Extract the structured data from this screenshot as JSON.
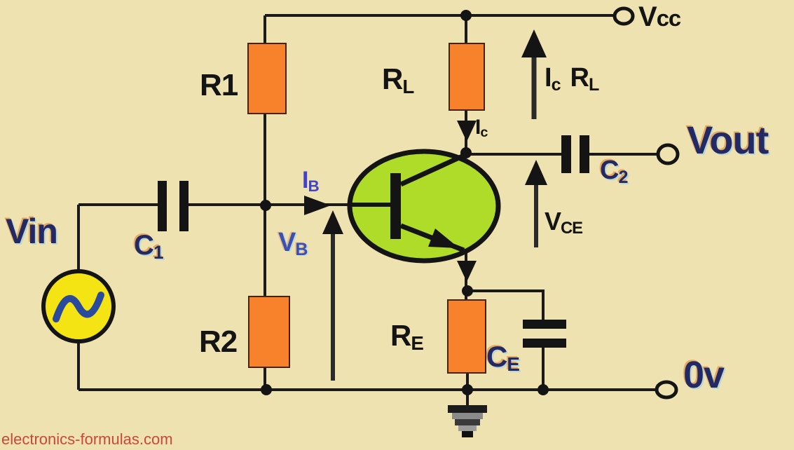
{
  "diagram": {
    "type": "circuit-diagram",
    "subject": "Common emitter transistor amplifier circuit",
    "colors": {
      "background": "#EDE2B0",
      "wire": "#1a1a1a",
      "resistor_fill": "#F8812C",
      "resistor_border": "#46230c",
      "transistor_fill": "#AEDC28",
      "source_fill": "#F5E414",
      "sine_stroke": "#2a4a9d",
      "label_black": "#141414",
      "label_navy": "#232a63",
      "label_blue": "#4343c8",
      "watermark_red": "#c8483e"
    }
  },
  "terminals": {
    "vcc": {
      "main": "V",
      "sub": "cc"
    },
    "vout": "Vout",
    "vin": "Vin",
    "zero_v": "0v"
  },
  "components": {
    "r1": "R1",
    "r2": "R2",
    "rl": {
      "main": "R",
      "sub": "L"
    },
    "re": {
      "main": "R",
      "sub": "E"
    },
    "c1": {
      "main": "C",
      "sub": "1"
    },
    "c2": {
      "main": "C",
      "sub": "2"
    },
    "ce": {
      "main": "C",
      "sub": "E"
    }
  },
  "annotations": {
    "ib": {
      "main": "I",
      "sub": "B"
    },
    "vb": {
      "main": "V",
      "sub": "B"
    },
    "ic": {
      "main": "I",
      "sub": "c"
    },
    "ic_rl": {
      "i": {
        "main": "I",
        "sub": "c"
      },
      "r": {
        "main": "R",
        "sub": "L"
      }
    },
    "vce": {
      "main": "V",
      "sub": "CE"
    }
  },
  "watermark": "electronics-formulas.com"
}
